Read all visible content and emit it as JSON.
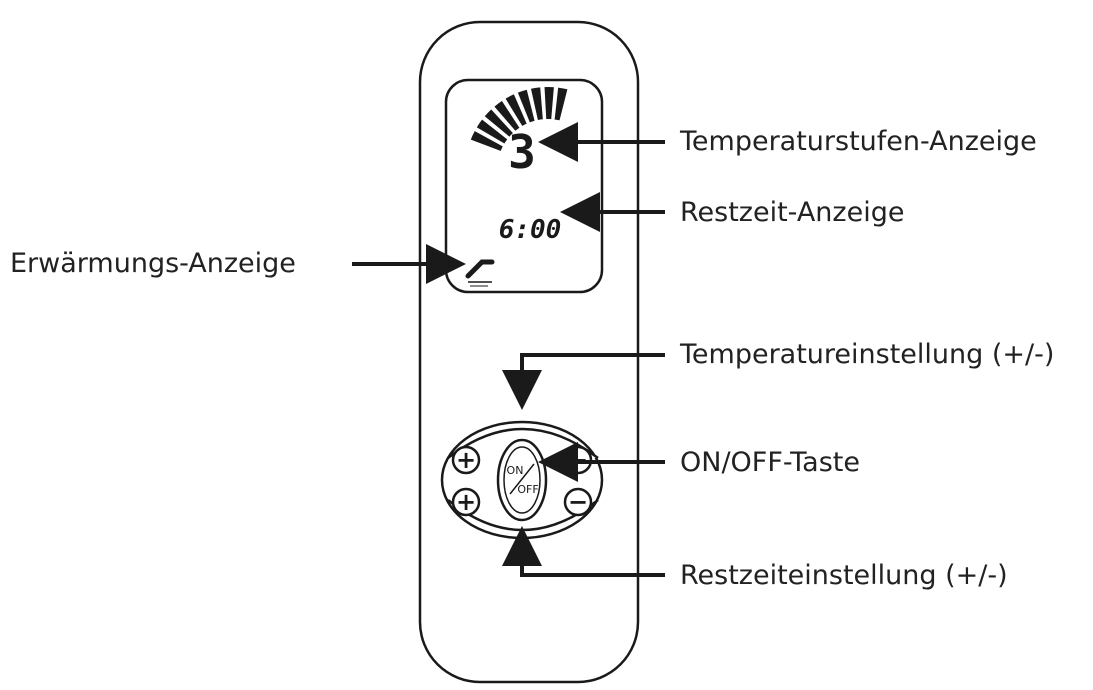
{
  "display": {
    "level": "3",
    "time": "6:00",
    "level_segments_total": 9
  },
  "buttons": {
    "plus": "+",
    "minus": "−",
    "on_label": "ON",
    "off_label": "OFF"
  },
  "labels": {
    "temperature_level_display": "Temperaturstufen-Anzeige",
    "remaining_time_display": "Restzeit-Anzeige",
    "heating_display": "Erwärmungs-Anzeige",
    "temperature_setting": "Temperatureinstellung (+/-)",
    "on_off_button": "ON/OFF-Taste",
    "remaining_time_setting": "Restzeiteinstellung (+/-)"
  },
  "icons": {
    "heating": "heating-indicator-icon"
  }
}
